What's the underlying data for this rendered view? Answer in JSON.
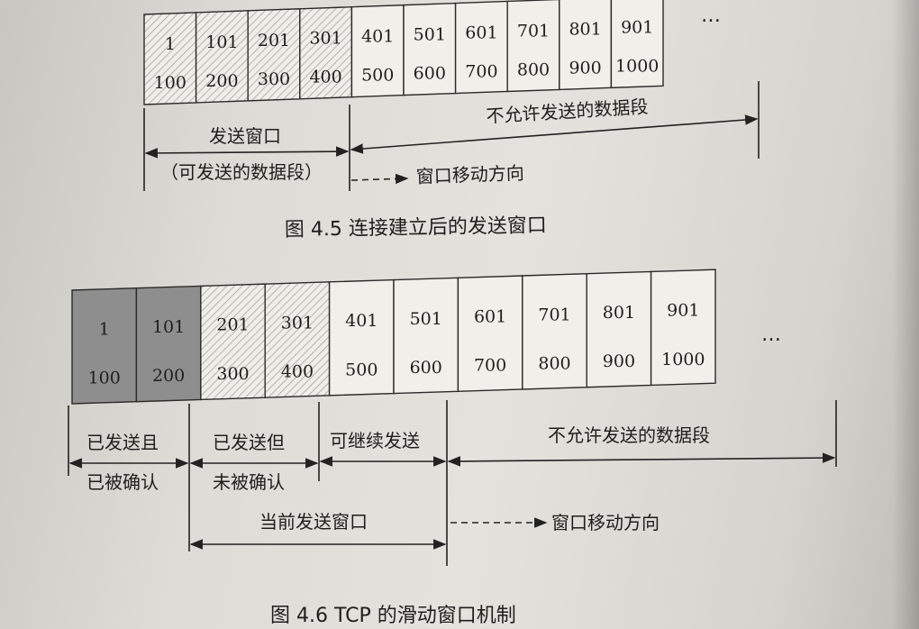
{
  "fig45": {
    "cells": [
      {
        "top": "1",
        "bottom": "100",
        "state": "hatched"
      },
      {
        "top": "101",
        "bottom": "200",
        "state": "hatched"
      },
      {
        "top": "201",
        "bottom": "300",
        "state": "hatched"
      },
      {
        "top": "301",
        "bottom": "400",
        "state": "hatched"
      },
      {
        "top": "401",
        "bottom": "500",
        "state": "plain"
      },
      {
        "top": "501",
        "bottom": "600",
        "state": "plain"
      },
      {
        "top": "601",
        "bottom": "700",
        "state": "plain"
      },
      {
        "top": "701",
        "bottom": "800",
        "state": "plain"
      },
      {
        "top": "801",
        "bottom": "900",
        "state": "plain"
      },
      {
        "top": "901",
        "bottom": "1000",
        "state": "plain"
      }
    ],
    "ellipsis": "…",
    "send_window_label": "发送窗口",
    "send_window_sub": "（可发送的数据段）",
    "not_allowed_label": "不允许发送的数据段",
    "move_dir_label": "窗口移动方向",
    "caption": "图 4.5   连接建立后的发送窗口"
  },
  "fig46": {
    "cells": [
      {
        "top": "1",
        "bottom": "100",
        "state": "dark"
      },
      {
        "top": "101",
        "bottom": "200",
        "state": "dark"
      },
      {
        "top": "201",
        "bottom": "300",
        "state": "hatched"
      },
      {
        "top": "301",
        "bottom": "400",
        "state": "hatched"
      },
      {
        "top": "401",
        "bottom": "500",
        "state": "plain"
      },
      {
        "top": "501",
        "bottom": "600",
        "state": "plain"
      },
      {
        "top": "601",
        "bottom": "700",
        "state": "plain"
      },
      {
        "top": "701",
        "bottom": "800",
        "state": "plain"
      },
      {
        "top": "801",
        "bottom": "900",
        "state": "plain"
      },
      {
        "top": "901",
        "bottom": "1000",
        "state": "plain"
      }
    ],
    "ellipsis": "…",
    "acked_label_1": "已发送且",
    "acked_label_2": "已被确认",
    "unacked_label_1": "已发送但",
    "unacked_label_2": "未被确认",
    "can_send_label": "可继续发送",
    "not_allowed_label": "不允许发送的数据段",
    "current_window_label": "当前发送窗口",
    "move_dir_label": "窗口移动方向",
    "caption": "图 4.6   TCP 的滑动窗口机制"
  },
  "colors": {
    "paper": "#e4e2dc",
    "dark_cell": "#8e8e8e",
    "hatch": "#9a9a9a"
  }
}
